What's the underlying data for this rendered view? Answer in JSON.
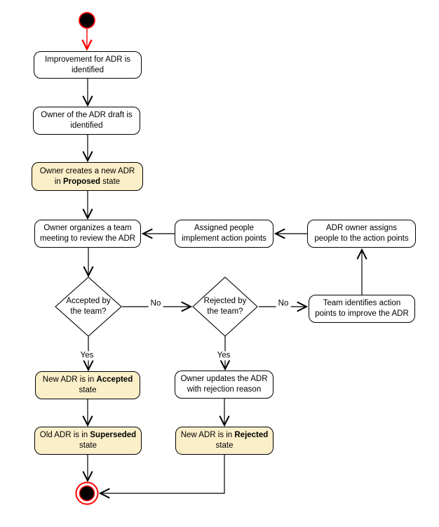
{
  "colors": {
    "state_fill": "#FBEFC9",
    "node_fill": "#FFFFFF",
    "border": "#000000",
    "line": "#000000",
    "red": "#FF0000"
  },
  "nodes": {
    "improvement": {
      "line1": "Improvement for ADR is",
      "line2": "identified"
    },
    "owner_identified": {
      "line1": "Owner of the ADR draft is",
      "line2": "identified"
    },
    "create_proposed": {
      "line1": "Owner creates a new ADR",
      "line2_pre": "in ",
      "line2_bold": "Proposed",
      "line2_post": " state"
    },
    "review_meeting": {
      "line1": "Owner organizes a team",
      "line2": "meeting to review the ADR"
    },
    "accepted_q": {
      "line1": "Accepted by",
      "line2": "the team?"
    },
    "rejected_q": {
      "line1": "Rejected by",
      "line2": "the team?"
    },
    "implement_points": {
      "line1": "Assigned people",
      "line2": "implement action points"
    },
    "assign_people": {
      "line1": "ADR owner assigns",
      "line2": "people to the action points"
    },
    "identify_points": {
      "line1": "Team identifies action",
      "line2": "points to improve the ADR"
    },
    "accepted_state": {
      "line1_pre": "New ADR is in ",
      "line1_bold": "Accepted",
      "line2": "state"
    },
    "superseded_state": {
      "line1_pre": "Old ADR is in ",
      "line1_bold": "Superseded",
      "line2": "state"
    },
    "update_rejection": {
      "line1": "Owner updates the ADR",
      "line2": "with rejection reason"
    },
    "rejected_state": {
      "line1_pre": "New ADR is in ",
      "line1_bold": "Rejected",
      "line2": "state"
    }
  },
  "labels": {
    "yes": "Yes",
    "no": "No"
  }
}
